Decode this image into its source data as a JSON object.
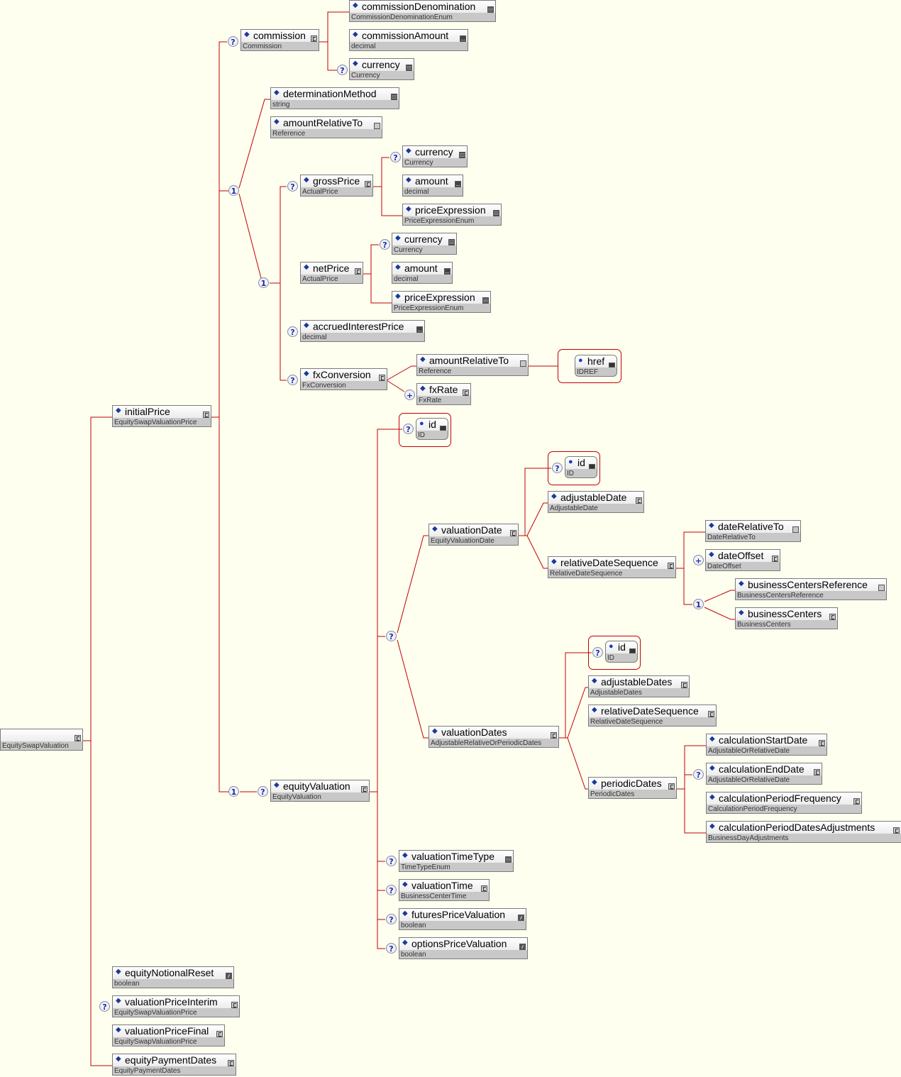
{
  "diagram": {
    "nodes": [
      {
        "name": "",
        "type": "EquitySwapValuation",
        "icon": "complex-type-icon"
      },
      {
        "name": "initialPrice",
        "type": "EquitySwapValuationPrice",
        "icon": "complex-type-icon"
      },
      {
        "name": "commission",
        "type": "Commission",
        "icon": "complex-type-icon"
      },
      {
        "name": "commissionDenomination",
        "type": "CommissionDenominationEnum",
        "icon": "enum-icon"
      },
      {
        "name": "commissionAmount",
        "type": "decimal",
        "icon": "simple-type-icon"
      },
      {
        "name": "currency",
        "type": "Currency",
        "icon": "enum-icon"
      },
      {
        "name": "determinationMethod",
        "type": "string",
        "icon": "enum-icon"
      },
      {
        "name": "amountRelativeTo",
        "type": "Reference",
        "icon": "empty-type-icon"
      },
      {
        "name": "grossPrice",
        "type": "ActualPrice",
        "icon": "complex-type-icon"
      },
      {
        "name": "currency",
        "type": "Currency",
        "icon": "enum-icon"
      },
      {
        "name": "amount",
        "type": "decimal",
        "icon": "simple-type-icon"
      },
      {
        "name": "priceExpression",
        "type": "PriceExpressionEnum",
        "icon": "enum-icon"
      },
      {
        "name": "netPrice",
        "type": "ActualPrice",
        "icon": "complex-type-icon"
      },
      {
        "name": "currency",
        "type": "Currency",
        "icon": "enum-icon"
      },
      {
        "name": "amount",
        "type": "decimal",
        "icon": "simple-type-icon"
      },
      {
        "name": "priceExpression",
        "type": "PriceExpressionEnum",
        "icon": "enum-icon"
      },
      {
        "name": "accruedInterestPrice",
        "type": "decimal",
        "icon": "simple-type-icon"
      },
      {
        "name": "fxConversion",
        "type": "FxConversion",
        "icon": "complex-type-icon"
      },
      {
        "name": "amountRelativeTo",
        "type": "Reference",
        "icon": "empty-type-icon"
      },
      {
        "name": "fxRate",
        "type": "FxRate",
        "icon": "complex-type-icon"
      },
      {
        "name": "equityValuation",
        "type": "EquityValuation",
        "icon": "complex-type-icon"
      },
      {
        "name": "valuationDate",
        "type": "EquityValuationDate",
        "icon": "complex-type-icon"
      },
      {
        "name": "adjustableDate",
        "type": "AdjustableDate",
        "icon": "complex-type-icon"
      },
      {
        "name": "relativeDateSequence",
        "type": "RelativeDateSequence",
        "icon": "complex-type-icon"
      },
      {
        "name": "dateRelativeTo",
        "type": "DateRelativeTo",
        "icon": "empty-type-icon"
      },
      {
        "name": "dateOffset",
        "type": "DateOffset",
        "icon": "complex-type-icon"
      },
      {
        "name": "businessCentersReference",
        "type": "BusinessCentersReference",
        "icon": "empty-type-icon"
      },
      {
        "name": "businessCenters",
        "type": "BusinessCenters",
        "icon": "complex-type-icon"
      },
      {
        "name": "valuationDates",
        "type": "AdjustableRelativeOrPeriodicDates",
        "icon": "complex-type-icon"
      },
      {
        "name": "adjustableDates",
        "type": "AdjustableDates",
        "icon": "complex-type-icon"
      },
      {
        "name": "relativeDateSequence",
        "type": "RelativeDateSequence",
        "icon": "complex-type-icon"
      },
      {
        "name": "periodicDates",
        "type": "PeriodicDates",
        "icon": "complex-type-icon"
      },
      {
        "name": "calculationStartDate",
        "type": "AdjustableOrRelativeDate",
        "icon": "complex-type-icon"
      },
      {
        "name": "calculationEndDate",
        "type": "AdjustableOrRelativeDate",
        "icon": "complex-type-icon"
      },
      {
        "name": "calculationPeriodFrequency",
        "type": "CalculationPeriodFrequency",
        "icon": "complex-type-icon"
      },
      {
        "name": "calculationPeriodDatesAdjustments",
        "type": "BusinessDayAdjustments",
        "icon": "complex-type-icon"
      },
      {
        "name": "valuationTimeType",
        "type": "TimeTypeEnum",
        "icon": "enum-icon"
      },
      {
        "name": "valuationTime",
        "type": "BusinessCenterTime",
        "icon": "complex-type-icon"
      },
      {
        "name": "futuresPriceValuation",
        "type": "boolean",
        "icon": "boolean-icon"
      },
      {
        "name": "optionsPriceValuation",
        "type": "boolean",
        "icon": "boolean-icon"
      },
      {
        "name": "equityNotionalReset",
        "type": "boolean",
        "icon": "boolean-icon"
      },
      {
        "name": "valuationPriceInterim",
        "type": "EquitySwapValuationPrice",
        "icon": "complex-type-icon"
      },
      {
        "name": "valuationPriceFinal",
        "type": "EquitySwapValuationPrice",
        "icon": "complex-type-icon"
      },
      {
        "name": "equityPaymentDates",
        "type": "EquityPaymentDates",
        "icon": "complex-type-icon"
      }
    ],
    "attributes": [
      {
        "name": "href",
        "type": "IDREF"
      },
      {
        "name": "id",
        "type": "ID"
      },
      {
        "name": "id",
        "type": "ID"
      },
      {
        "name": "id",
        "type": "ID"
      }
    ],
    "markers": [
      "?",
      "?",
      "1",
      "1",
      "?",
      "?",
      "?",
      "?",
      "?",
      "+",
      "?",
      "?",
      "?",
      "+",
      "1",
      "?",
      "?",
      "1",
      "?",
      "?",
      "?",
      "?",
      "?",
      "?"
    ],
    "colors": {
      "line": "#c00000",
      "background": "#fffff0",
      "element_diamond": "#1a3a9a"
    }
  }
}
